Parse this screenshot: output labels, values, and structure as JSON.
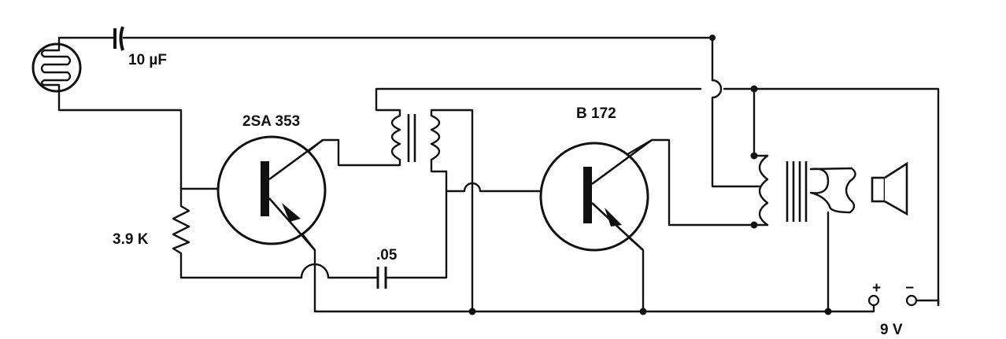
{
  "components": {
    "photocell": {
      "kind": "light-dependent-resistor"
    },
    "capacitor_in": {
      "kind": "electrolytic-capacitor",
      "label": "10 µF"
    },
    "transistor_1": {
      "kind": "pnp-transistor",
      "label": "2SA 353"
    },
    "coupling_transformer": {
      "kind": "transformer"
    },
    "transistor_2": {
      "kind": "pnp-transistor",
      "label": "B 172"
    },
    "output_transformer": {
      "kind": "transformer"
    },
    "speaker": {
      "kind": "loudspeaker"
    },
    "resistor": {
      "kind": "resistor",
      "label": "3.9 K"
    },
    "capacitor_small": {
      "kind": "capacitor",
      "label": ".05"
    },
    "battery": {
      "kind": "battery-terminals",
      "plus": "+",
      "minus": "−",
      "label": "9 V"
    }
  },
  "colors": {
    "ink": "#111111",
    "paper": "#ffffff"
  }
}
